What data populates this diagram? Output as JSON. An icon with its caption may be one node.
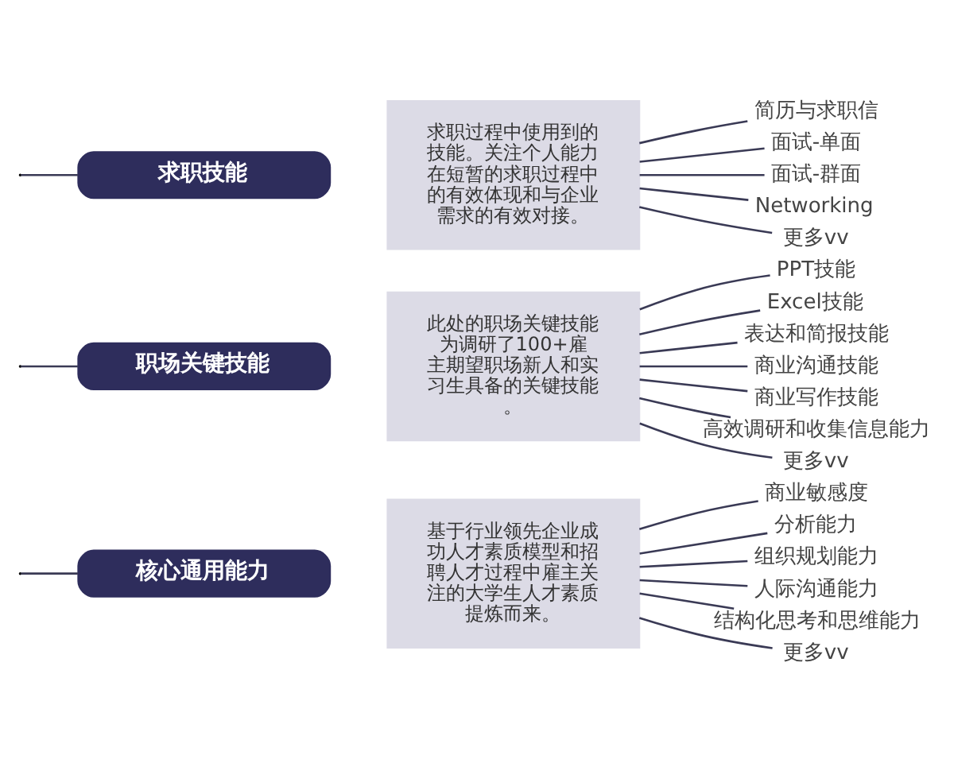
{
  "diagram": {
    "nodes": [
      {
        "text": [
          "核心通用能力"
        ]
      },
      {
        "text": [
          "基于行业领先企业成功人才素质模型和招聘人才过程中雇主关注的大学生人才素质提炼而来。"
        ]
      },
      {
        "text": [
          "职场关键技能"
        ]
      },
      {
        "text": [
          "此处的职场关键技能为调研了100+雇主期望职场新人和实习生具备的关键技能。"
        ]
      },
      {
        "text": [
          "求职技能"
        ]
      },
      {
        "text": [
          "求职过程中使用到的技能。关注个人能力在短暂的求职过程中的有效体现和与企业需求的有效对接。"
        ]
      },
      {
        "text": [
          "商业敏感度"
        ]
      },
      {
        "text": [
          "分析能力"
        ]
      },
      {
        "text": [
          "组织规划能力"
        ]
      },
      {
        "text": [
          "人际沟通能力"
        ]
      },
      {
        "text": [
          "结构化思考和思维能力"
        ]
      },
      {
        "text": [
          "更多vv"
        ]
      },
      {
        "text": [
          "PPT技能"
        ]
      },
      {
        "text": [
          "Excel技能"
        ]
      },
      {
        "text": [
          "表达和简报技能"
        ]
      },
      {
        "text": [
          "商业沟通技能"
        ]
      },
      {
        "text": [
          "商业写作技能"
        ]
      },
      {
        "text": [
          "高效调研和收集信息能力"
        ]
      },
      {
        "text": [
          "更多vv"
        ]
      },
      {
        "text": [
          "简历与求职信"
        ]
      },
      {
        "text": [
          "面试-单面"
        ]
      },
      {
        "text": [
          "面试-群面"
        ]
      },
      {
        "text": [
          "Networking"
        ]
      },
      {
        "text": [
          "更多vv"
        ]
      }
    ],
    "edges": [
      {
        "from": null,
        "to": 0,
        "arrow": "none"
      },
      {
        "from": null,
        "to": 2,
        "arrow": "none"
      },
      {
        "from": null,
        "to": 4,
        "arrow": "none"
      },
      {
        "from": 1,
        "to": 6,
        "arrow": "none"
      },
      {
        "from": 1,
        "to": 7,
        "arrow": "none"
      },
      {
        "from": 1,
        "to": 8,
        "arrow": "none"
      },
      {
        "from": 1,
        "to": 9,
        "arrow": "none"
      },
      {
        "from": 1,
        "to": 10,
        "arrow": "none"
      },
      {
        "from": 1,
        "to": 11,
        "arrow": "none"
      },
      {
        "from": 3,
        "to": 12,
        "arrow": "none"
      },
      {
        "from": 3,
        "to": 13,
        "arrow": "none"
      },
      {
        "from": 3,
        "to": 14,
        "arrow": "none"
      },
      {
        "from": 3,
        "to": 15,
        "arrow": "none"
      },
      {
        "from": 3,
        "to": 16,
        "arrow": "none"
      },
      {
        "from": 3,
        "to": 17,
        "arrow": "none"
      },
      {
        "from": 3,
        "to": 18,
        "arrow": "none"
      },
      {
        "from": 5,
        "to": 19,
        "arrow": "none"
      },
      {
        "from": 5,
        "to": 20,
        "arrow": "none"
      },
      {
        "from": 5,
        "to": 21,
        "arrow": "none"
      },
      {
        "from": 5,
        "to": 22,
        "arrow": "none"
      },
      {
        "from": 5,
        "to": 23,
        "arrow": "none"
      }
    ]
  }
}
